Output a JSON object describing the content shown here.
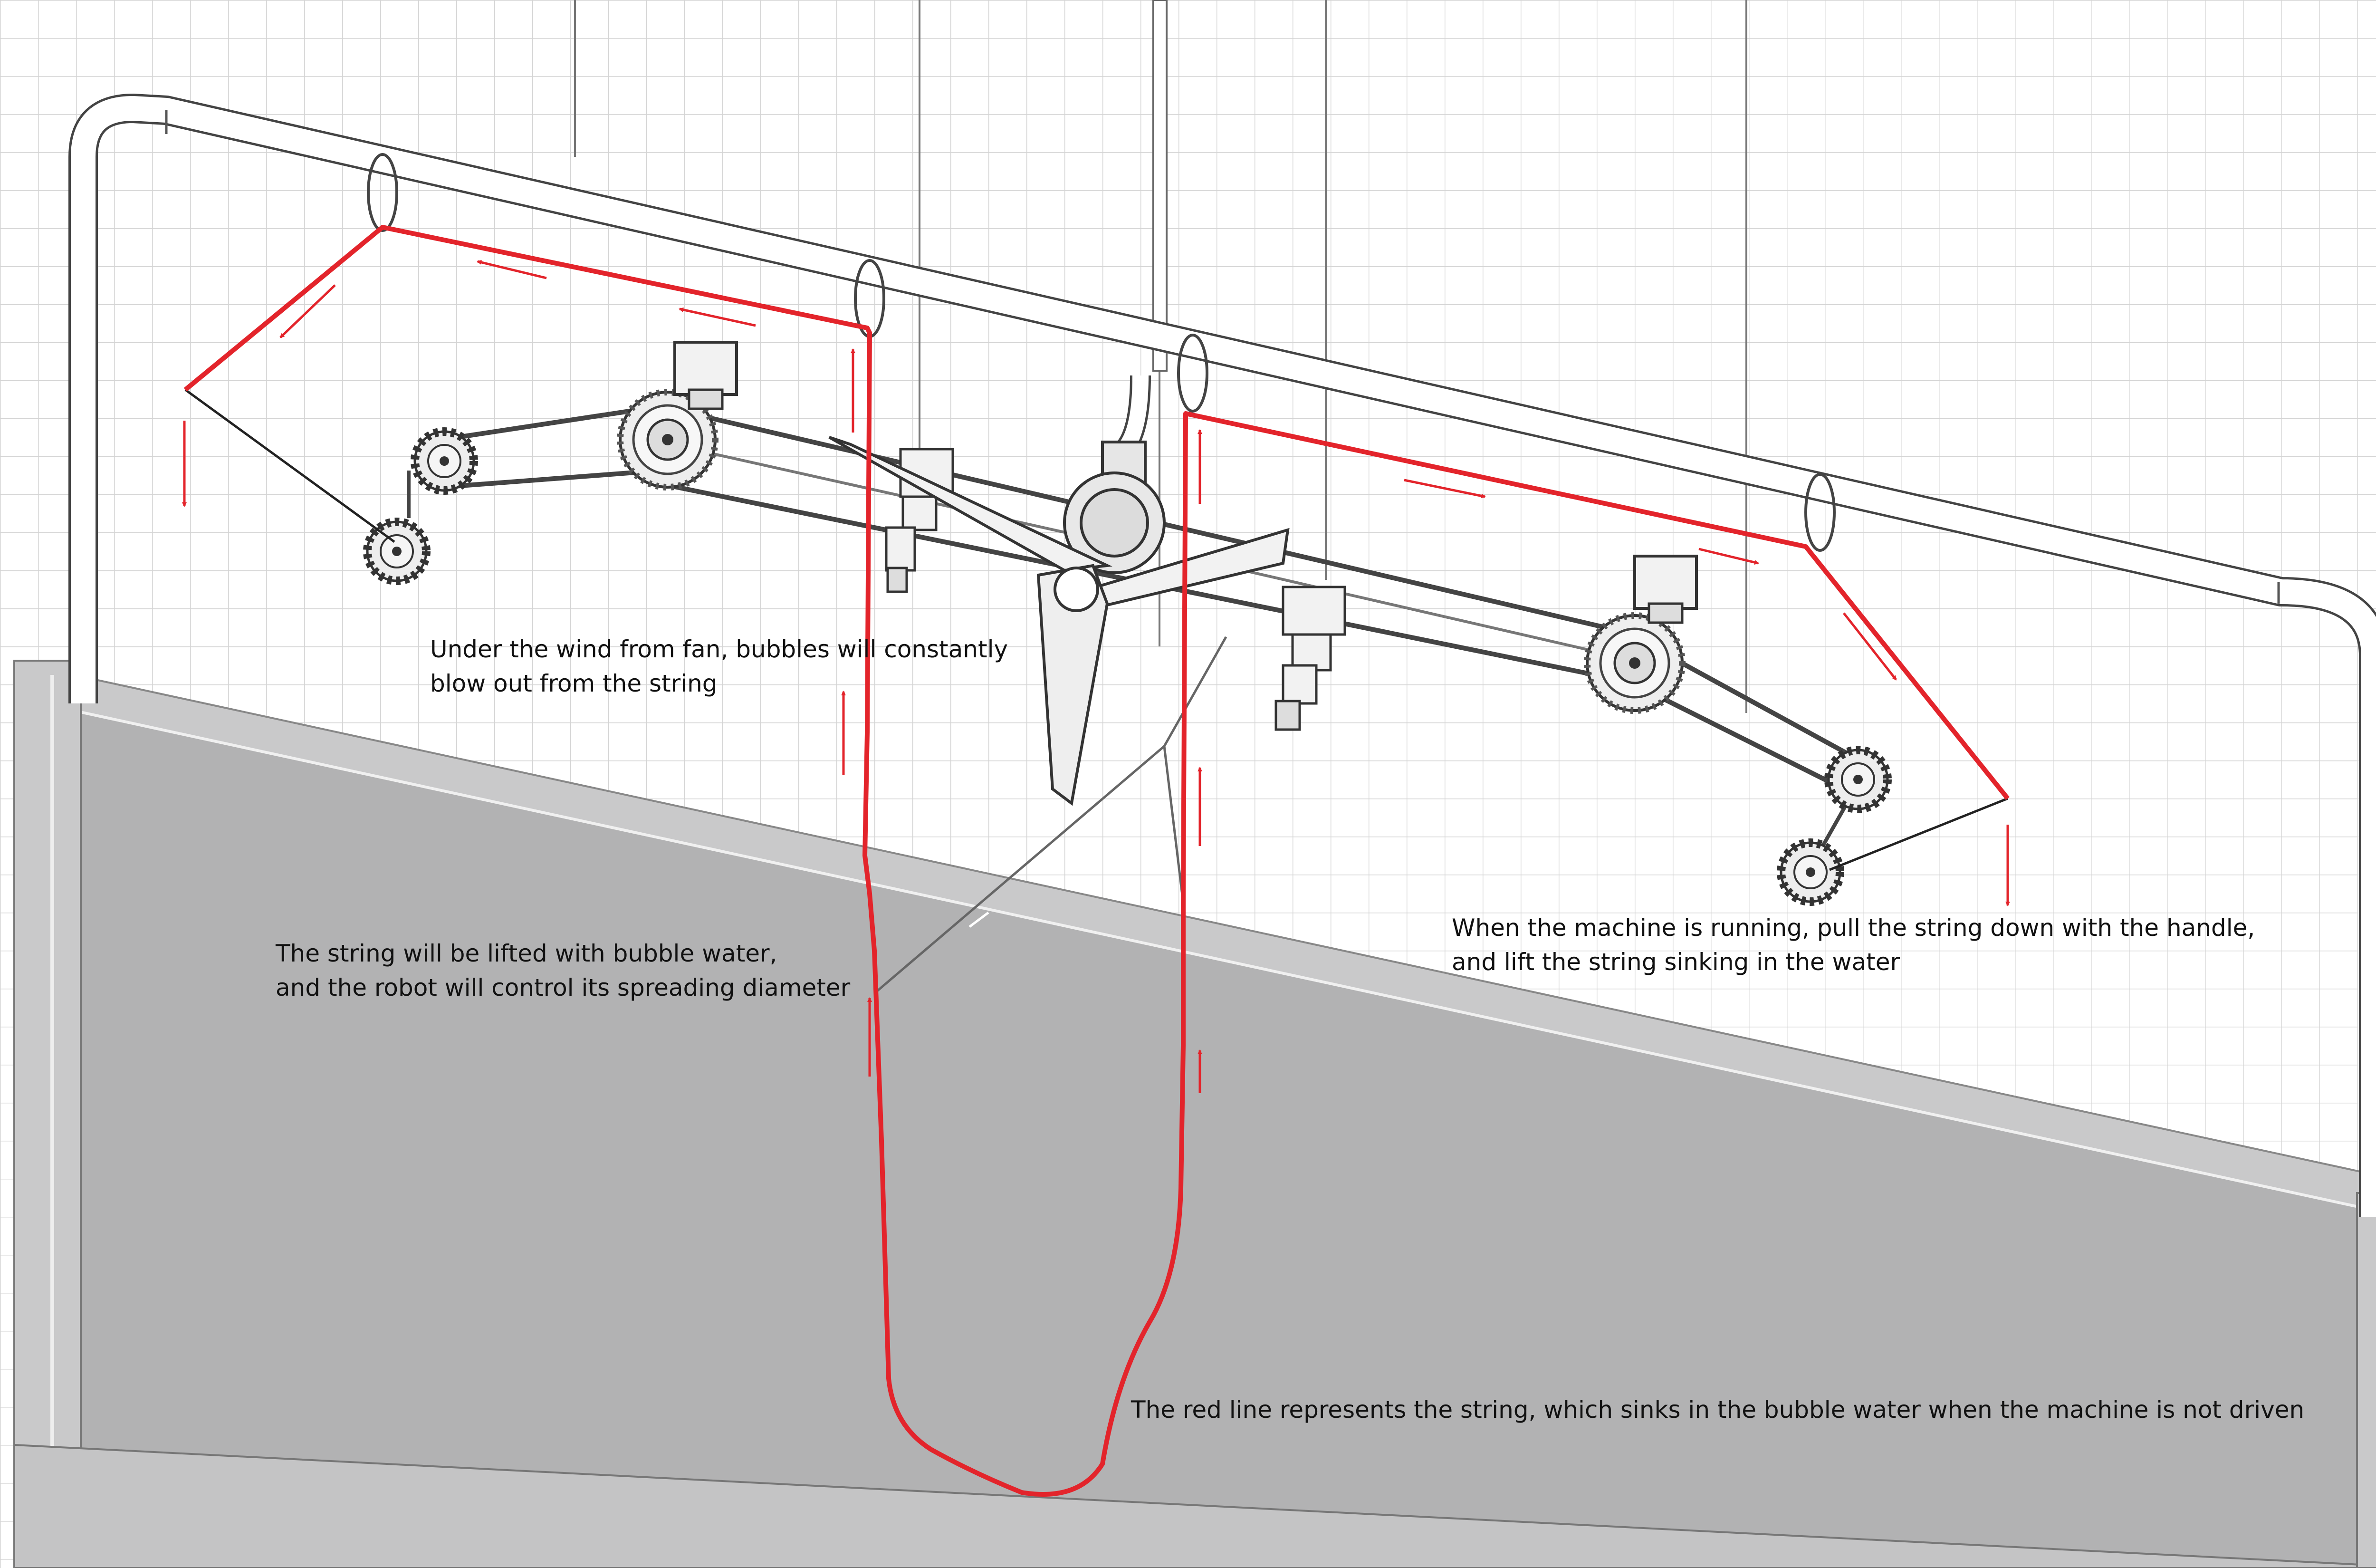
{
  "annotations": {
    "wind": [
      "Under the wind from fan, bubbles will constantly",
      "blow out from the string"
    ],
    "string_lift": [
      "The string will be lifted with bubble water,",
      "and the robot will control its spreading diameter"
    ],
    "machine_running": [
      "When the machine is running, pull the string down with the handle,",
      "and lift the string sinking in the water"
    ],
    "red_line": [
      "The red line represents the string, which sinks in the bubble water when the machine is not driven"
    ]
  },
  "colors": {
    "string": "#e3242b",
    "grid": "#d4d4d4",
    "water": "#b2b2b3",
    "tank_edge": "#c9c9ca",
    "pipe": "#ffffff",
    "outline": "#555555"
  },
  "icons": [
    "fan-icon",
    "pulley-icon",
    "gear-icon",
    "motor-icon",
    "robot-arm-icon",
    "ring-icon",
    "arrow-icon"
  ]
}
